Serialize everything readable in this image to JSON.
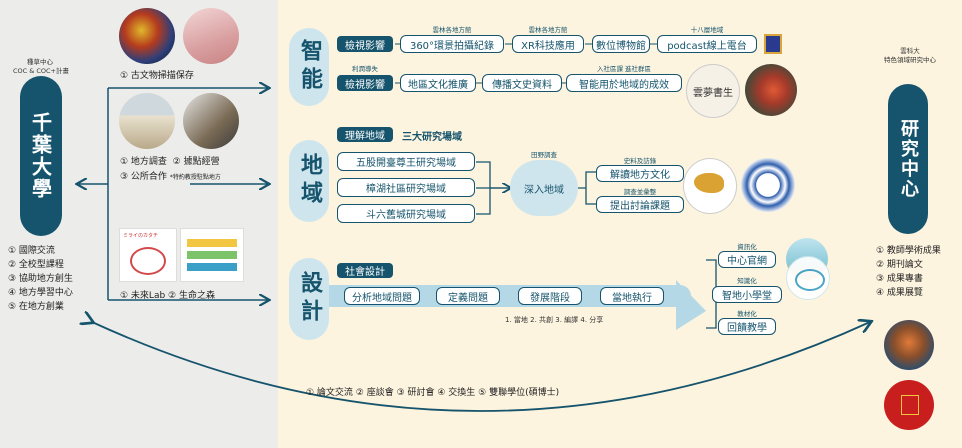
{
  "left": {
    "caption1": "種草中心",
    "caption2": "COC & COC+計畫",
    "title": "千葉大學",
    "items": [
      "① 國際交流",
      "② 全校型課程",
      "③ 協助地方創生",
      "④ 地方學習中心",
      "⑤ 在地方創業"
    ],
    "photo_captions": {
      "top": "① 古文物掃描保存",
      "mid_line1a": "① 地方調查",
      "mid_line1b": "② 據點經營",
      "mid_line2a": "③ 公所合作",
      "mid_line2b": "*特約教授駐點地方",
      "bottom": "① 未來Lab  ② 生命之森"
    },
    "mini_logo": "ミライのカタチ"
  },
  "right": {
    "caption1": "雲科大",
    "caption2": "特色領域研究中心",
    "title": "研究中心",
    "items": [
      "① 教師學術成果",
      "② 期刊論文",
      "③ 成果專書",
      "④ 成果展覽"
    ]
  },
  "sections": {
    "smart": {
      "title": "智能",
      "row1": {
        "tag": "檢視影響",
        "boxes": [
          "360°環景拍攝紀錄",
          "XR科技應用",
          "數位博物館",
          "podcast線上電台"
        ],
        "captions": [
          "雲林各地方館",
          "雲林各地方館",
          "",
          "十八層地域"
        ]
      },
      "row2": {
        "pre": "利潤導失",
        "tag": "檢視影響",
        "boxes": [
          "地區文化推廣",
          "傳播文史資料",
          "智能用於地域的成效"
        ],
        "captions": [
          "",
          "",
          "入社區課 進社群區"
        ]
      },
      "calligraphy": "雲夢書生"
    },
    "region": {
      "title": "地域",
      "tag": "理解地域",
      "subtitle": "三大研究場域",
      "fields": [
        "五股開臺尊王研究場域",
        "樟湖社區研究場域",
        "斗六舊城研究場域"
      ],
      "center_caption": "田野調查",
      "center": "深入地域",
      "outs": [
        "解讀地方文化",
        "提出討論課題"
      ],
      "out_captions": [
        "史料及訪錄",
        "調查並彙整"
      ]
    },
    "design": {
      "title": "設計",
      "tag": "社會設計",
      "steps": [
        "分析地域問題",
        "定義問題",
        "發展階段",
        "當地執行"
      ],
      "note": "1. 當地 2. 共創 3. 編譯 4. 分享",
      "outs": [
        "中心官網",
        "智地小學堂",
        "回饋教學"
      ],
      "out_captions": [
        "資訊化",
        "知識化",
        "教材化"
      ]
    }
  },
  "bottom_note": "① 論文交流 ② 座談會 ③ 研討會 ④ 交換生 ⑤ 雙聯學位(碩博士)",
  "colors": {
    "navy": "#15546c",
    "light": "#cfe5ee",
    "cream": "#fdf4e0",
    "gray": "#ececeb"
  }
}
